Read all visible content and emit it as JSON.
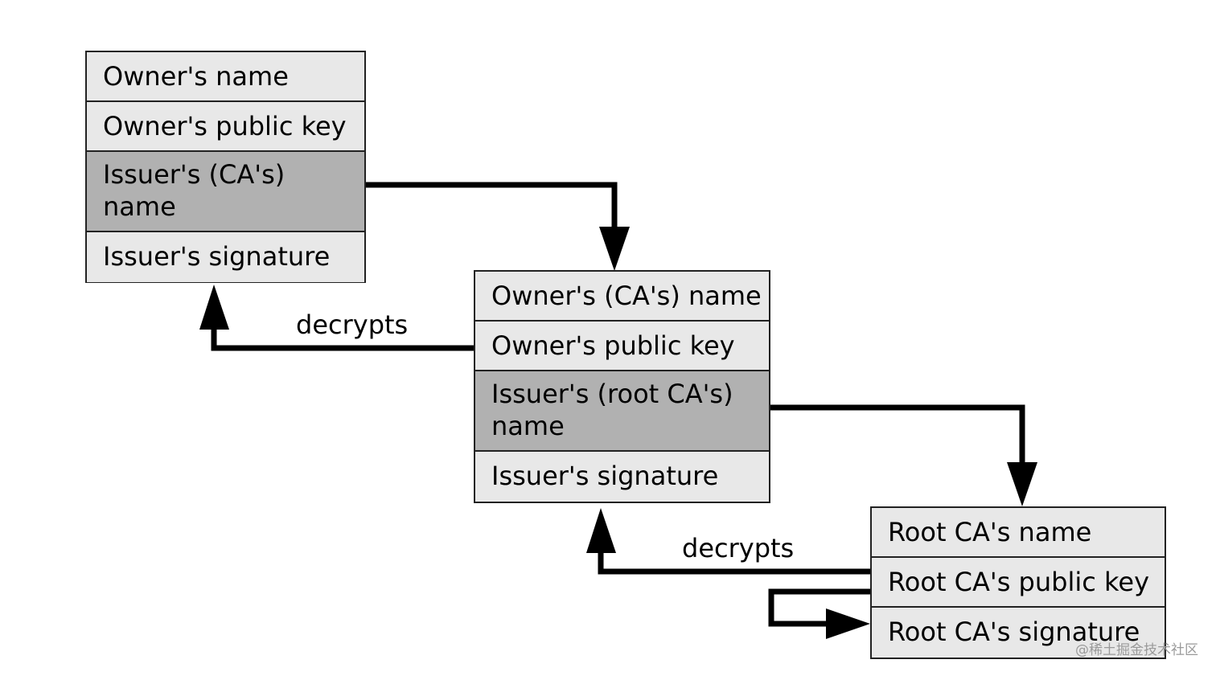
{
  "certificates": [
    {
      "fields": [
        {
          "label": "Owner's name"
        },
        {
          "label": "Owner's public key"
        },
        {
          "label": "Issuer's (CA's) name"
        },
        {
          "label": "Issuer's signature"
        }
      ]
    },
    {
      "fields": [
        {
          "label": "Owner's (CA's) name"
        },
        {
          "label": "Owner's public key"
        },
        {
          "label": "Issuer's (root CA's) name"
        },
        {
          "label": "Issuer's signature"
        }
      ]
    },
    {
      "fields": [
        {
          "label": "Root CA's name"
        },
        {
          "label": "Root CA's public key"
        },
        {
          "label": "Root CA's signature"
        }
      ]
    }
  ],
  "edge_labels": {
    "decrypts_1": "decrypts",
    "decrypts_2": "decrypts"
  },
  "watermark": "@稀土掘金技术社区",
  "colors": {
    "field_light": "#e8e8e8",
    "field_dark": "#b1b1b1",
    "border": "#222222",
    "arrow": "#000000"
  }
}
